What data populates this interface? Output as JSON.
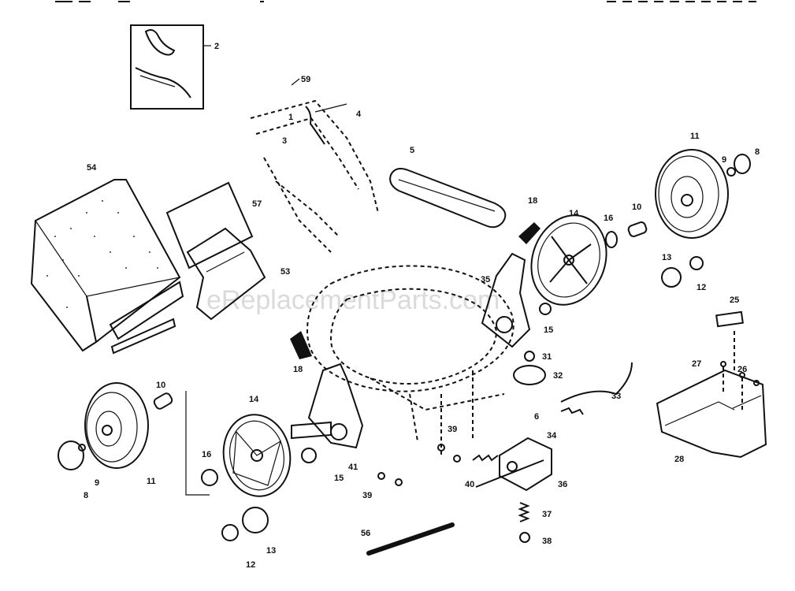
{
  "watermark": "eReplacementParts.com",
  "labels": {
    "p2": "2",
    "p59": "59",
    "p4": "4",
    "p1": "1",
    "p3": "3",
    "p54": "54",
    "p57": "57",
    "p53": "53",
    "p5": "5",
    "p18a": "18",
    "p14a": "14",
    "p16a": "16",
    "p10a": "10",
    "p11a": "11",
    "p9a": "9",
    "p8a": "8",
    "p13a": "13",
    "p12a": "12",
    "p35": "35",
    "p15a": "15",
    "p25": "25",
    "p31": "31",
    "p32": "32",
    "p27": "27",
    "p26": "26",
    "p28": "28",
    "p18b": "18",
    "p33": "33",
    "p6": "6",
    "p10b": "10",
    "p14b": "14",
    "p39a": "39",
    "p34": "34",
    "p11b": "11",
    "p9b": "9",
    "p8b": "8",
    "p16b": "16",
    "p15b": "15",
    "p41": "41",
    "p40": "40",
    "p36": "36",
    "p39b": "39",
    "p37": "37",
    "p38": "38",
    "p56": "56",
    "p12b": "12",
    "p13b": "13"
  }
}
